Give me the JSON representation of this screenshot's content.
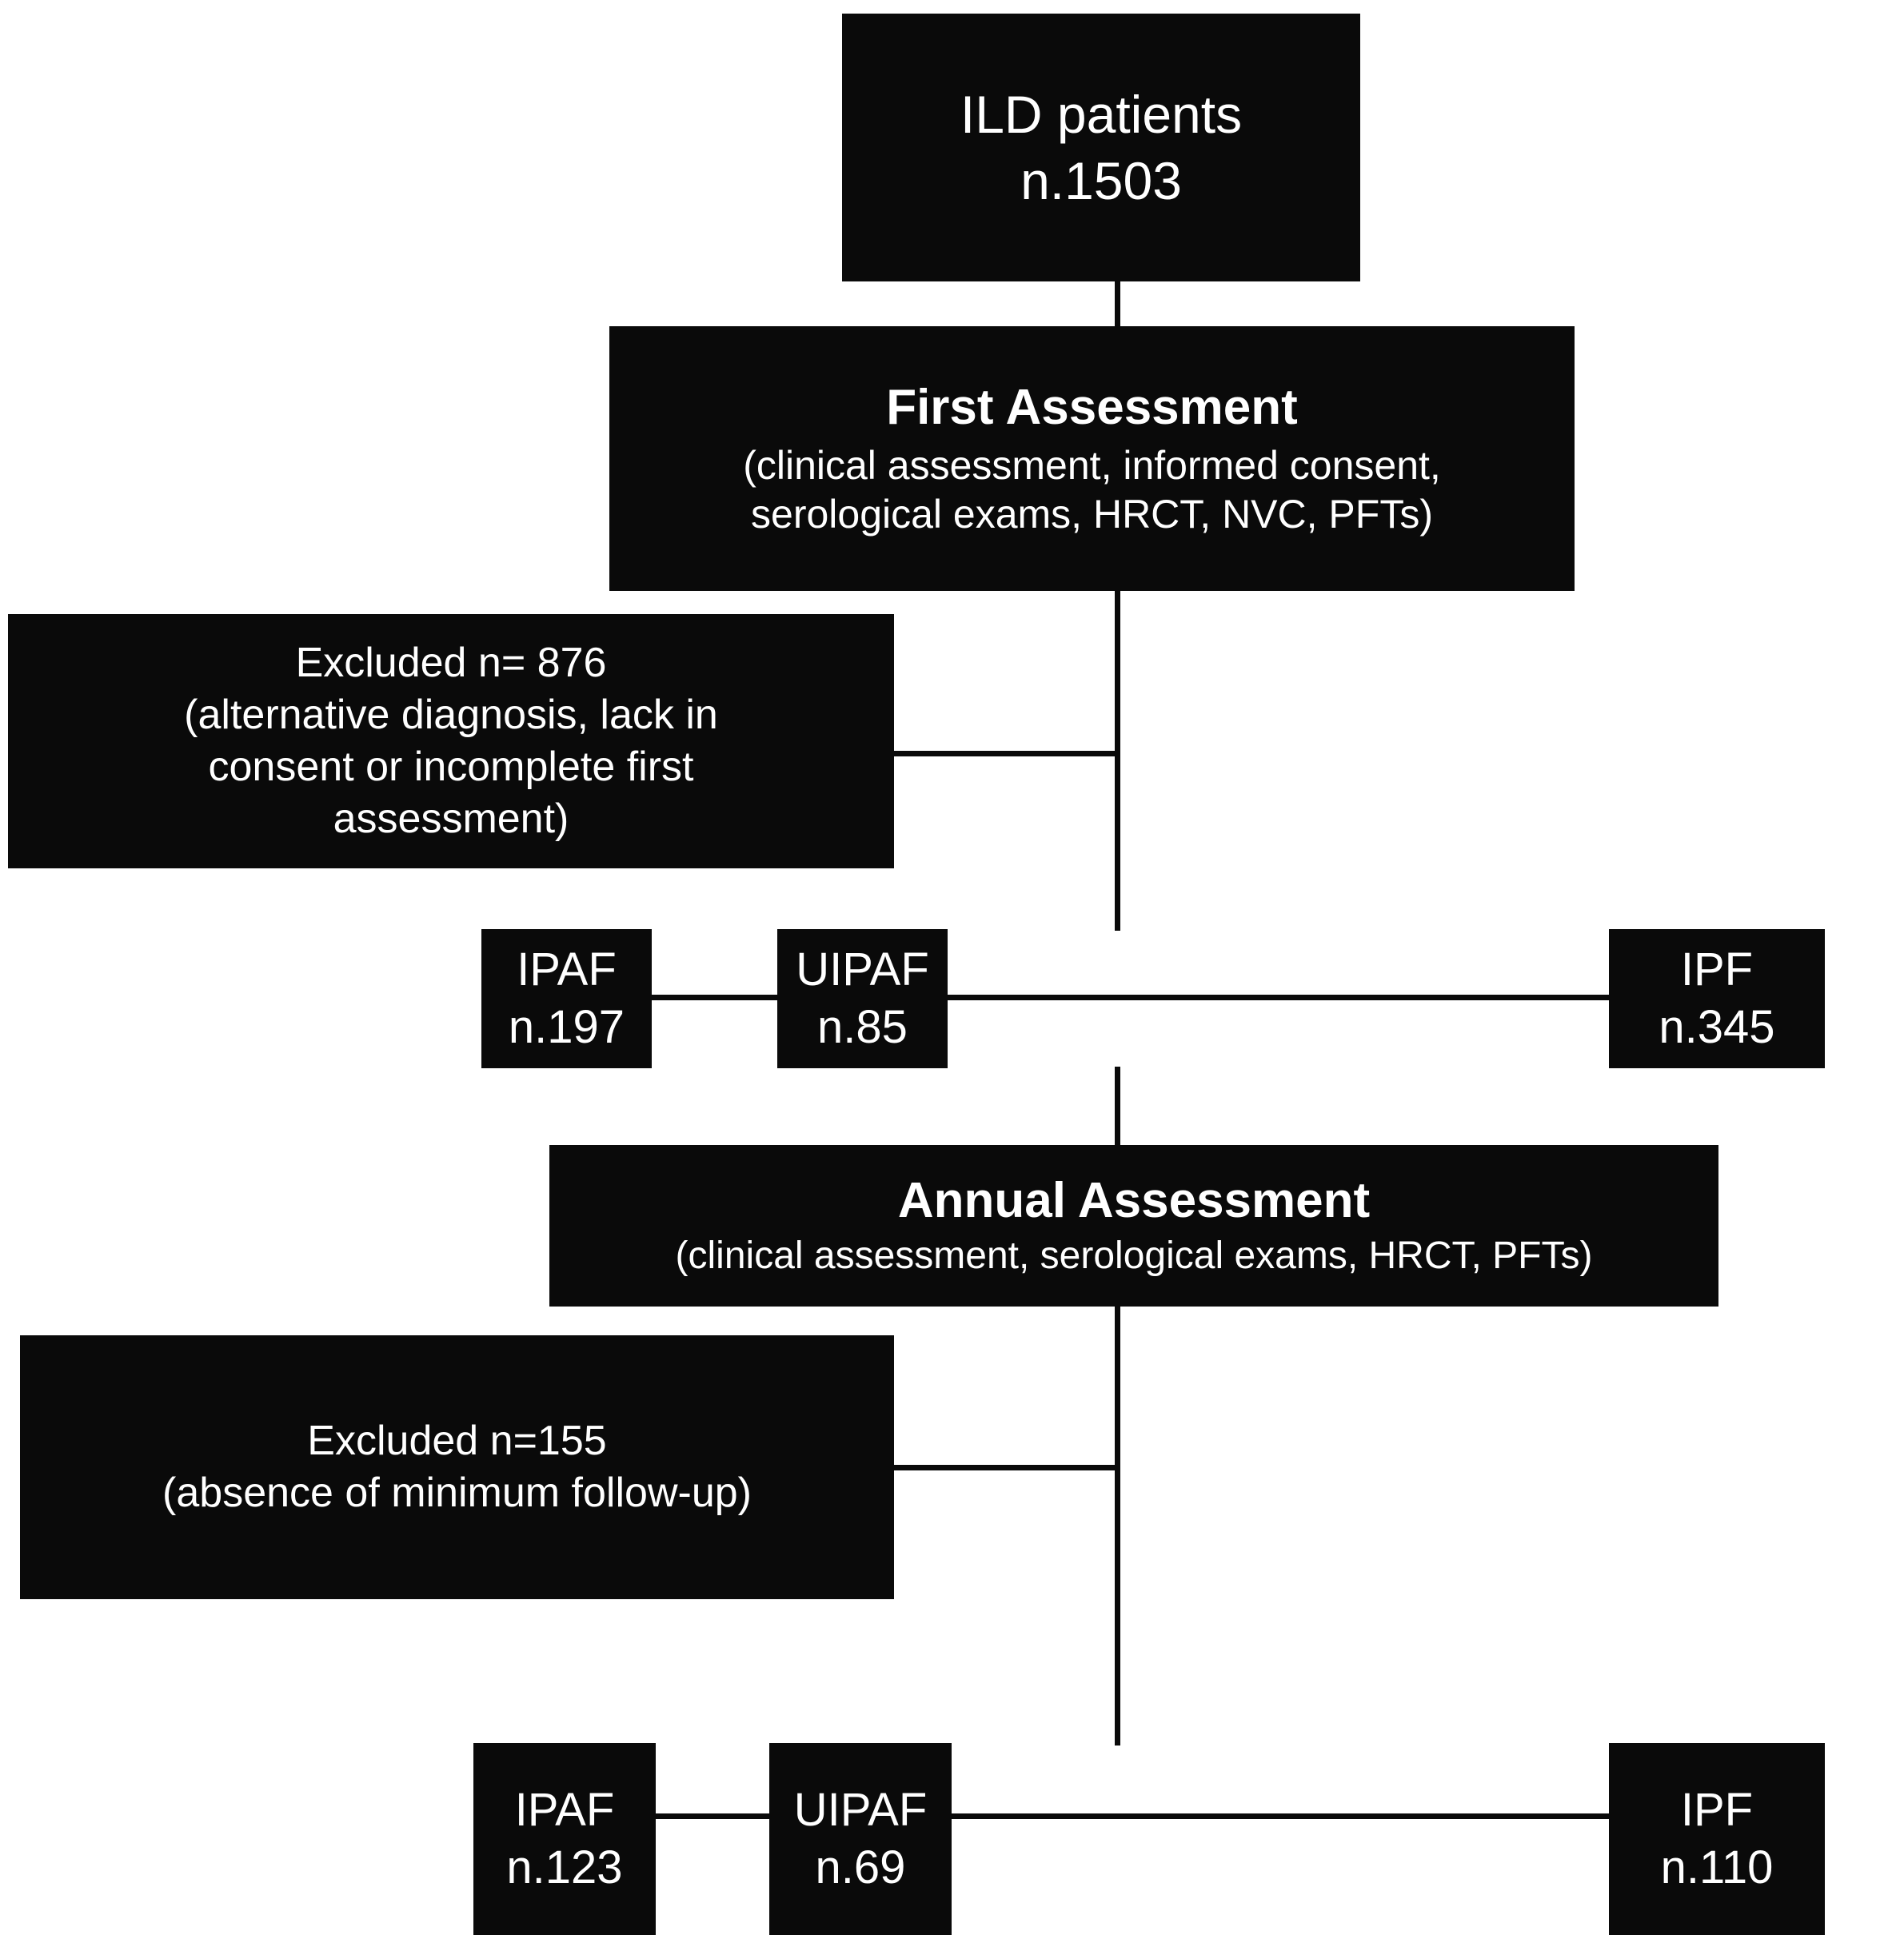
{
  "diagram": {
    "type": "flowchart",
    "title": "ILD patient study flow diagram",
    "colors": {
      "node_background": "#0a0a0a",
      "node_text": "#ffffff",
      "connector": "#0a0a0a",
      "canvas_background": "#ffffff"
    },
    "nodes": {
      "ild_patients": {
        "label": "ILD patients",
        "count": "n.1503"
      },
      "first_assessment": {
        "title": "First Assessment",
        "detail": "(clinical assessment, informed consent,\nserological exams, HRCT, NVC, PFTs)"
      },
      "excluded_first": {
        "text": "Excluded  n= 876\n(alternative diagnosis, lack in\nconsent or incomplete first\nassessment)"
      },
      "row1_ipaf": {
        "label": "IPAF",
        "count": "n.197"
      },
      "row1_uipaf": {
        "label": "UIPAF",
        "count": "n.85"
      },
      "row1_ipf": {
        "label": "IPF",
        "count": "n.345"
      },
      "annual_assessment": {
        "title": "Annual Assessment",
        "detail": "(clinical assessment, serological exams, HRCT, PFTs)"
      },
      "excluded_annual": {
        "text": "Excluded n=155\n(absence  of minimum follow-up)"
      },
      "row2_ipaf": {
        "label": "IPAF",
        "count": "n.123"
      },
      "row2_uipaf": {
        "label": "UIPAF",
        "count": "n.69"
      },
      "row2_ipf": {
        "label": "IPF",
        "count": "n.110"
      }
    }
  }
}
